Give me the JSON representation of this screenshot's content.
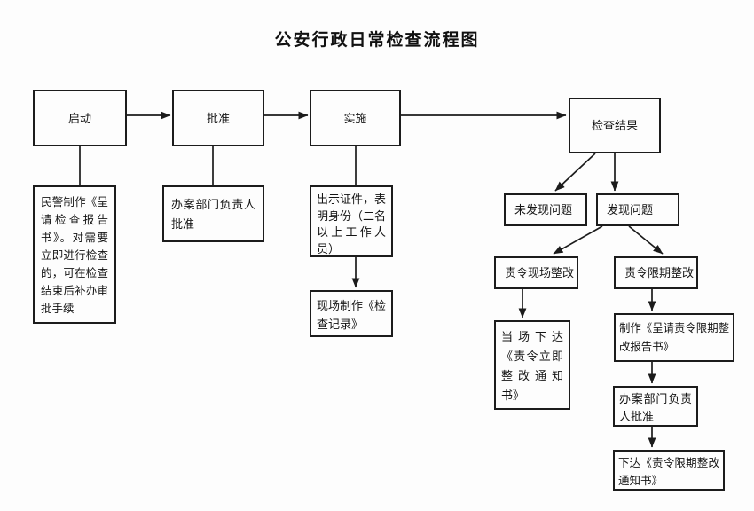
{
  "title": "公安行政日常检查流程图",
  "colors": {
    "line": "#1b1b1b",
    "background": "#fdfdfd",
    "text": "#141414"
  },
  "nodes": {
    "start": {
      "label": "启动"
    },
    "approve": {
      "label": "批准"
    },
    "implement": {
      "label": "实施"
    },
    "result": {
      "label": "检查结果"
    },
    "start_note": {
      "label": "民警制作《呈请检查报告书》。对需要立即进行检查的，可在检查结束后补办审批手续"
    },
    "approve_note": {
      "label": "办案部门负责人批准"
    },
    "implement_note": {
      "label": "出示证件，表明身份（二名以上工作人员）"
    },
    "record": {
      "label": "现场制作《检查记录》"
    },
    "no_problem": {
      "label": "未发现问题"
    },
    "problem": {
      "label": "发现问题"
    },
    "onsite": {
      "label": "责令现场整改"
    },
    "deadline": {
      "label": "责令限期整改"
    },
    "onsite_notice": {
      "label": "当场下达《责令立即整改通知书》"
    },
    "deadline_report": {
      "label": "制作《呈请责令限期整改报告书》"
    },
    "deadline_approve": {
      "label": "办案部门负责人批准"
    },
    "deadline_notice": {
      "label": "下达《责令限期整改通知书》"
    }
  }
}
